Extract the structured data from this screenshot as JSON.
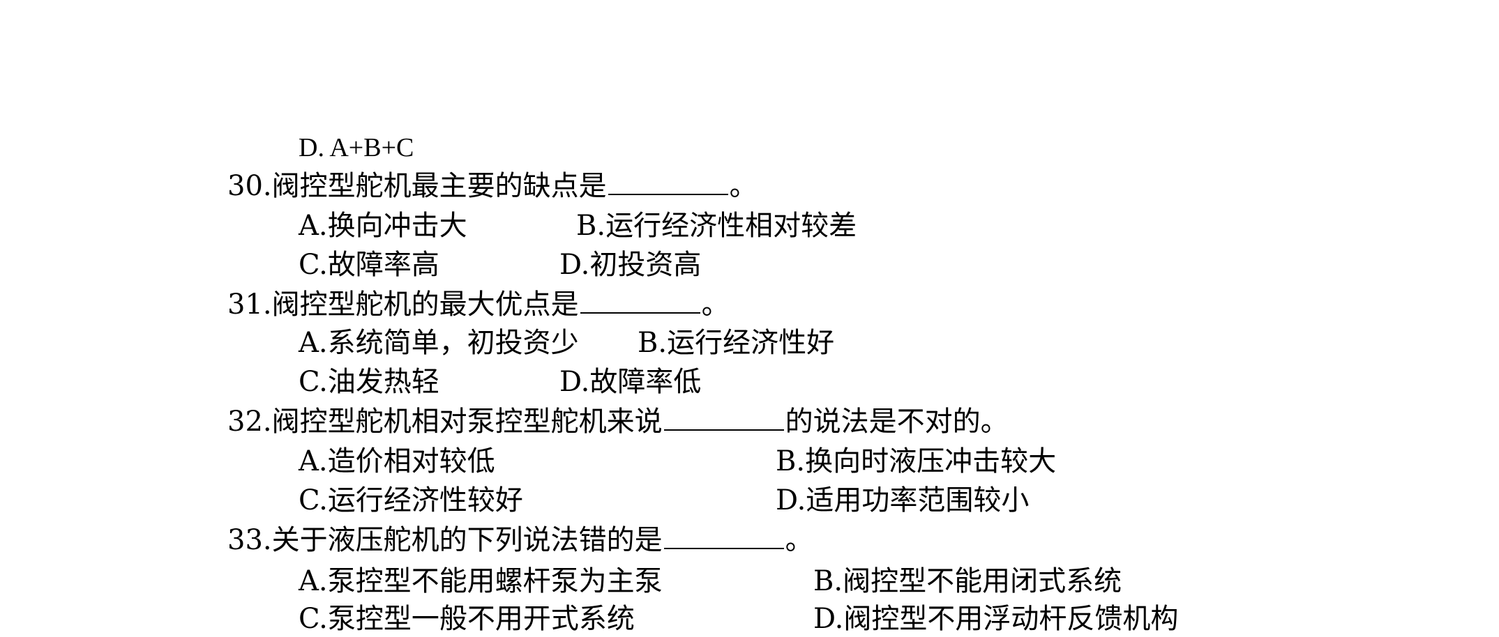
{
  "lines": {
    "prev_option_d": "D. A+B+C",
    "q30": {
      "stem_before": "30.阀控型舵机最主要的缺点是",
      "stem_after": "。",
      "a": "A.换向冲击大",
      "b": "B.运行经济性相对较差",
      "c": "C.故障率高",
      "d": "D.初投资高"
    },
    "q31": {
      "stem_before": "31.阀控型舵机的最大优点是",
      "stem_after": "。",
      "a": "A.系统简单，初投资少",
      "b": "B.运行经济性好",
      "c": "C.油发热轻",
      "d": "D.故障率低"
    },
    "q32": {
      "stem_before": "32.阀控型舵机相对泵控型舵机来说",
      "stem_after": "的说法是不对的。",
      "a": "A.造价相对较低",
      "b": "B.换向时液压冲击较大",
      "c": "C.运行经济性较好",
      "d": "D.适用功率范围较小"
    },
    "q33": {
      "stem_before": "33.关于液压舵机的下列说法错的是",
      "stem_after": "。",
      "a": "A.泵控型不能用螺杆泵为主泵",
      "b": "B.阀控型不能用闭式系统",
      "c": "C.泵控型一般不用开式系统",
      "d": "D.阀控型不用浮动杆反馈机构"
    }
  }
}
